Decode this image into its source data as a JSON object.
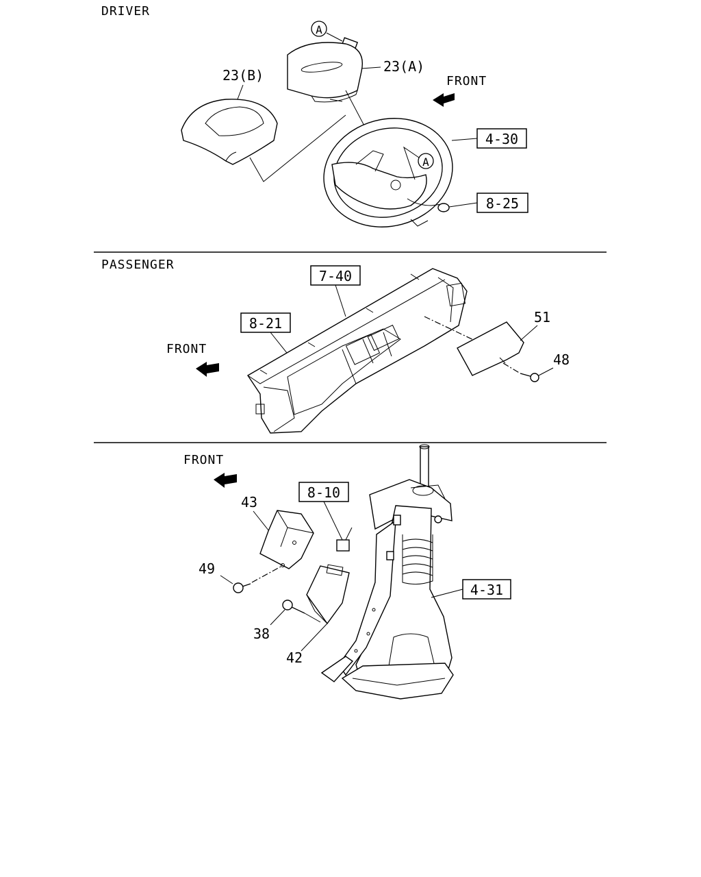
{
  "sections": {
    "driver": "DRIVER",
    "passenger": "PASSENGER"
  },
  "front_label": "FRONT",
  "labels": {
    "a_marker": "A",
    "part_23a": "23(A)",
    "part_23b": "23(B)",
    "ref_4_30": "4-30",
    "ref_8_25": "8-25",
    "ref_7_40": "7-40",
    "ref_8_21": "8-21",
    "part_51": "51",
    "part_48": "48",
    "ref_8_10": "8-10",
    "part_43": "43",
    "part_49": "49",
    "part_38": "38",
    "part_42": "42",
    "ref_4_31": "4-31"
  }
}
